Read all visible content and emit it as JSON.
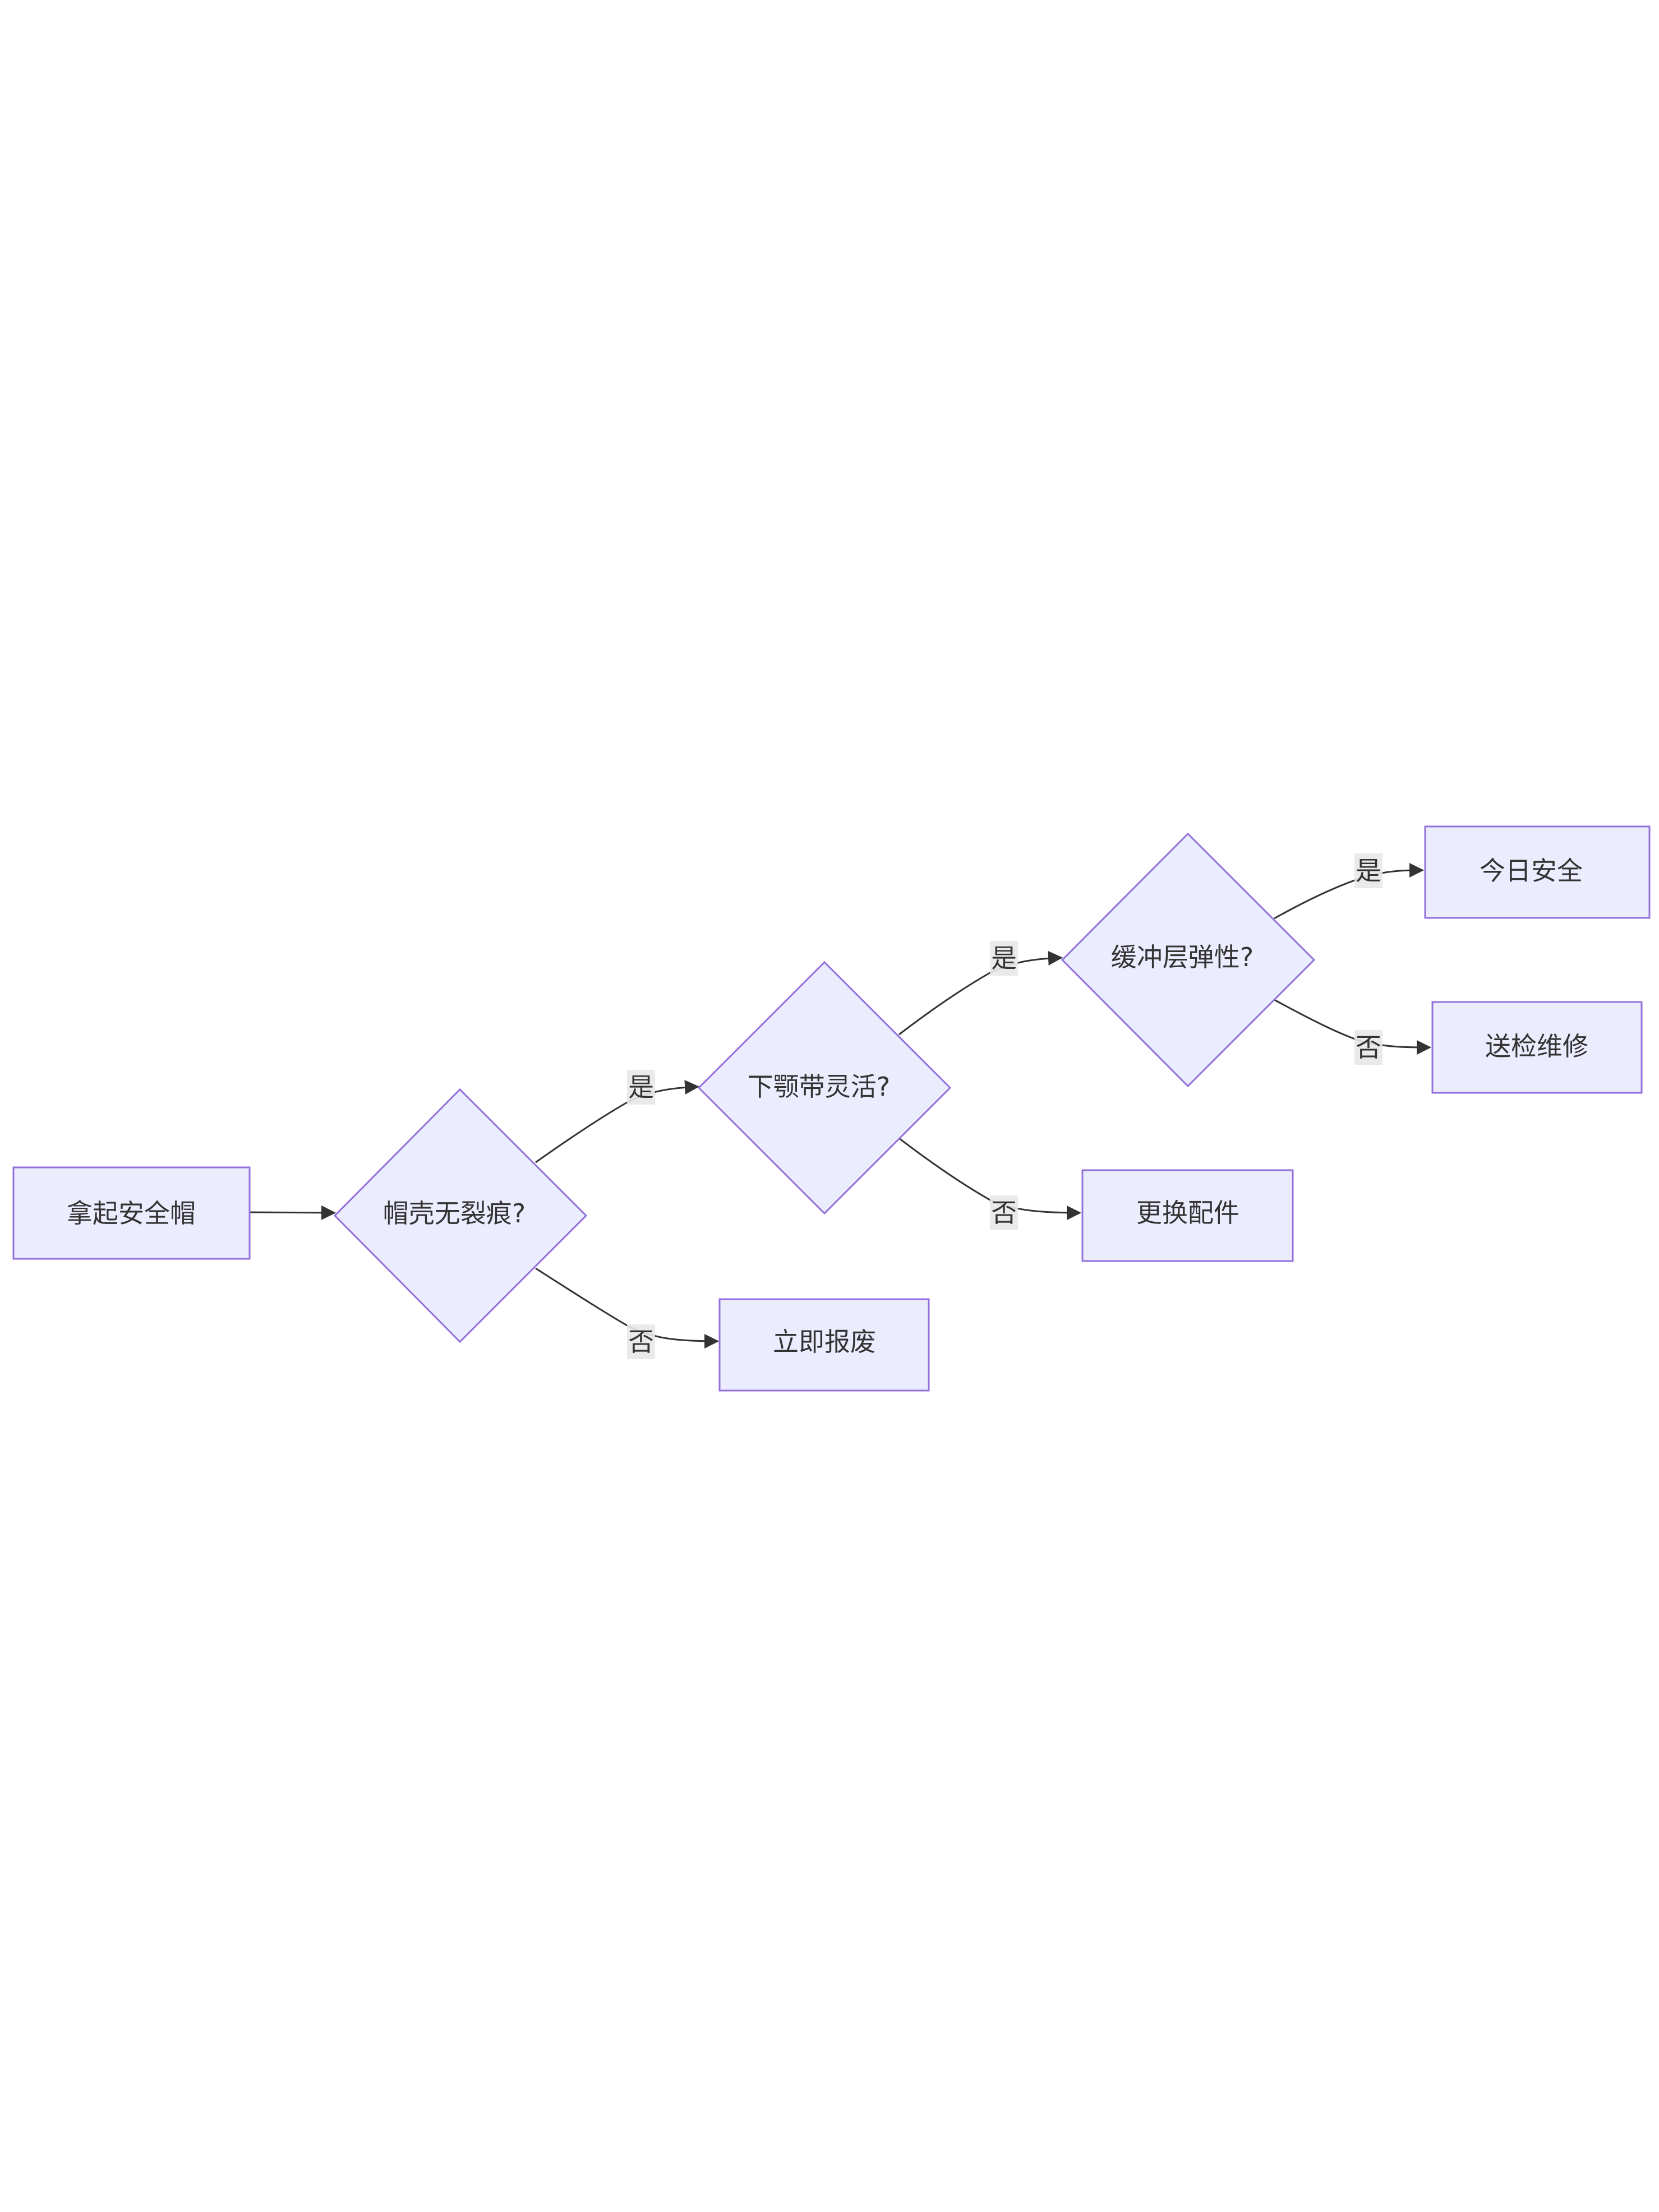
{
  "diagram": {
    "nodes": {
      "start": "拿起安全帽",
      "shell_check": "帽壳无裂痕?",
      "scrap": "立即报废",
      "strap_check": "下颚带灵活?",
      "replace_parts": "更换配件",
      "buffer_check": "缓冲层弹性?",
      "safe_today": "今日安全",
      "send_repair": "送检维修"
    },
    "edges": {
      "shell_yes": "是",
      "shell_no": "否",
      "strap_yes": "是",
      "strap_no": "否",
      "buffer_yes": "是",
      "buffer_no": "否"
    },
    "colors": {
      "node_fill": "#ececff",
      "node_stroke": "#9370db",
      "edge": "#333333",
      "label_bg": "#e8e8e8"
    }
  }
}
